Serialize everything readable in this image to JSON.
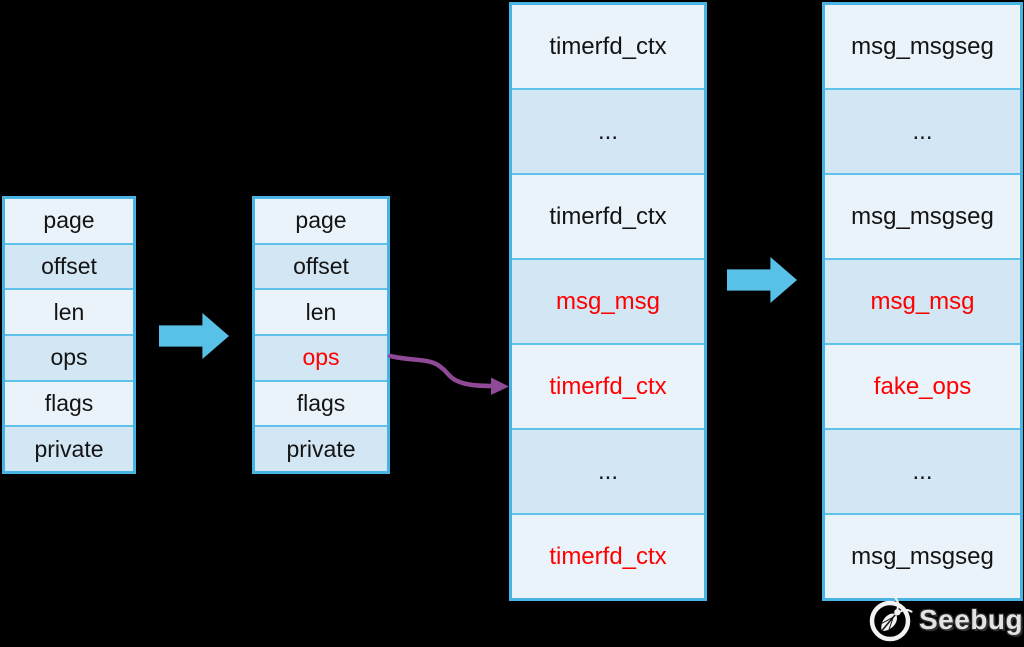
{
  "theme": {
    "background": "#000000",
    "cell_light": "#eaf3fa",
    "cell_shaded": "#d2e6f3",
    "table_border": "#48b4e3",
    "row_divider": "#5fc2ea",
    "block_arrow": "#57c1e8",
    "highlight_text": "#ff0000",
    "curve_arrow": "#8e4a96",
    "text": "#141414",
    "watermark_text": "#e3e3e3"
  },
  "tables": [
    {
      "name": "pipe_buffer",
      "rows": [
        {
          "label": "page",
          "highlight": false
        },
        {
          "label": "offset",
          "highlight": false
        },
        {
          "label": "len",
          "highlight": false
        },
        {
          "label": "ops",
          "highlight": false
        },
        {
          "label": "flags",
          "highlight": false
        },
        {
          "label": "private",
          "highlight": false
        }
      ]
    },
    {
      "name": "pipe_buffer_corrupted",
      "rows": [
        {
          "label": "page",
          "highlight": false
        },
        {
          "label": "offset",
          "highlight": false
        },
        {
          "label": "len",
          "highlight": false
        },
        {
          "label": "ops",
          "highlight": true
        },
        {
          "label": "flags",
          "highlight": false
        },
        {
          "label": "private",
          "highlight": false
        }
      ]
    },
    {
      "name": "timerfd_ctx_spray",
      "rows": [
        {
          "label": "timerfd_ctx",
          "highlight": false
        },
        {
          "label": "...",
          "highlight": false
        },
        {
          "label": "timerfd_ctx",
          "highlight": false
        },
        {
          "label": "msg_msg",
          "highlight": true
        },
        {
          "label": "timerfd_ctx",
          "highlight": true
        },
        {
          "label": "...",
          "highlight": false
        },
        {
          "label": "timerfd_ctx",
          "highlight": true
        }
      ]
    },
    {
      "name": "msg_msgseg_spray",
      "rows": [
        {
          "label": "msg_msgseg",
          "highlight": false
        },
        {
          "label": "...",
          "highlight": false
        },
        {
          "label": "msg_msgseg",
          "highlight": false
        },
        {
          "label": "msg_msg",
          "highlight": true
        },
        {
          "label": "fake_ops",
          "highlight": true
        },
        {
          "label": "...",
          "highlight": false
        },
        {
          "label": "msg_msgseg",
          "highlight": false
        }
      ]
    }
  ],
  "watermark": {
    "brand": "Seebug"
  }
}
